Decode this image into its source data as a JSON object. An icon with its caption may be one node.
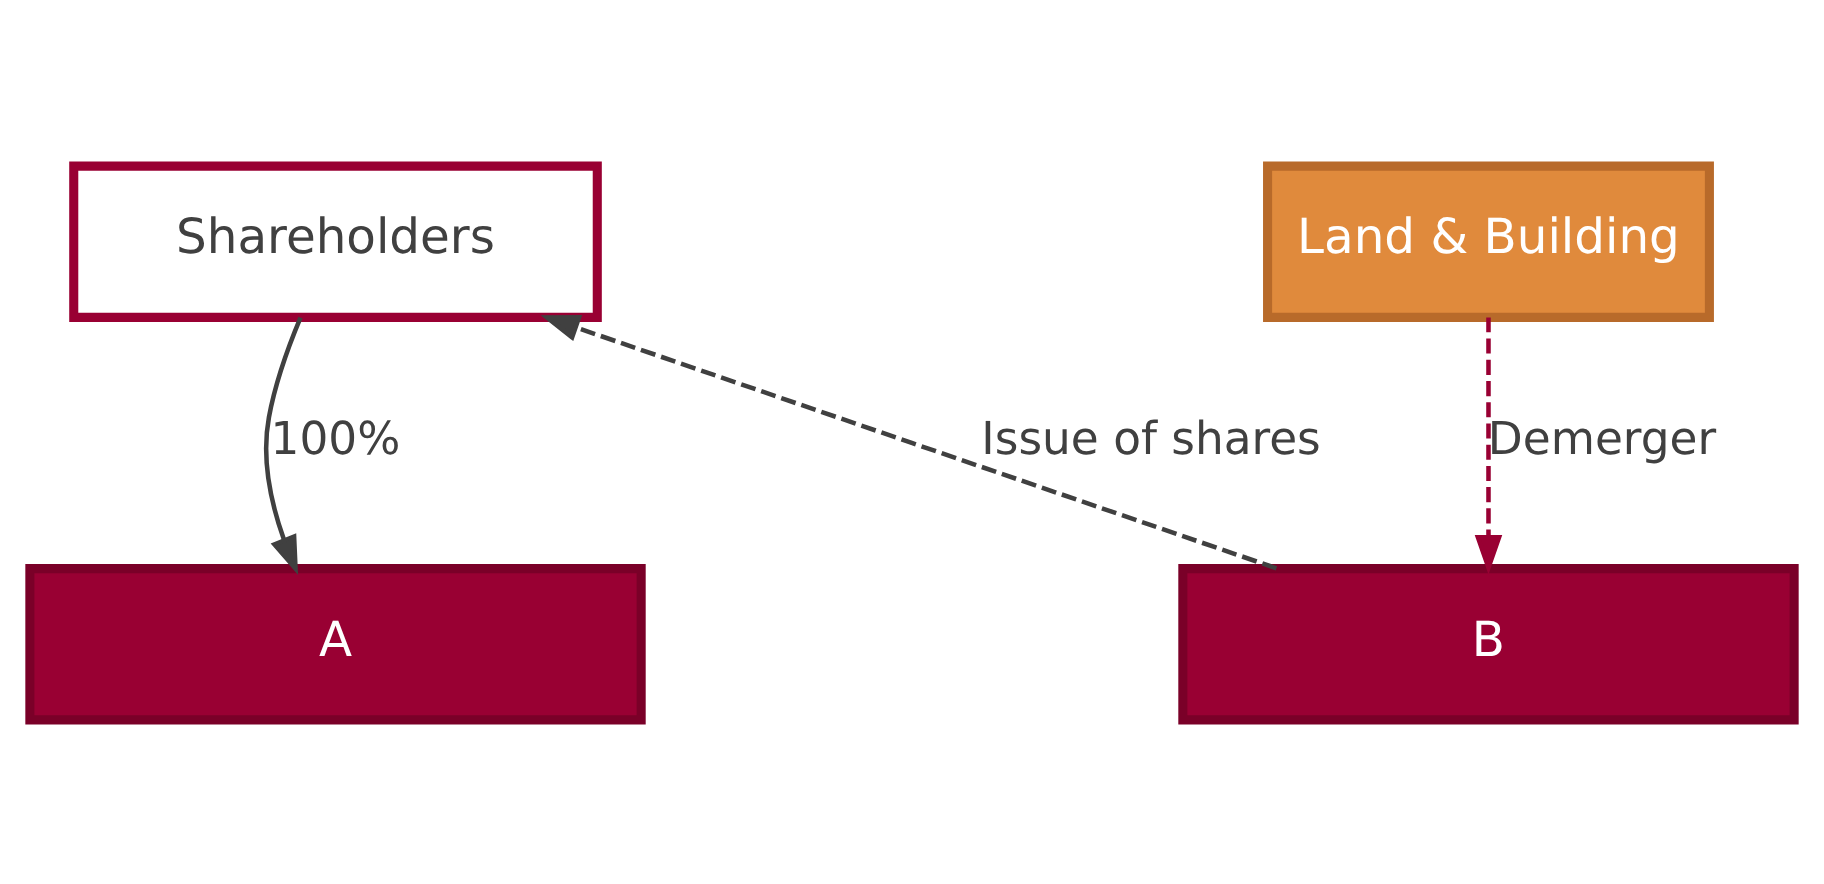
{
  "diagram": {
    "nodes": [
      {
        "text": [
          "Shareholders"
        ]
      },
      {
        "text": [
          "A"
        ]
      },
      {
        "text": [
          "Land & Building"
        ]
      },
      {
        "text": [
          "B"
        ]
      }
    ],
    "edges": [
      {
        "from": 0,
        "to": 1,
        "arrow": "to",
        "label": "100%"
      },
      {
        "from": 2,
        "to": 3,
        "arrow": "to",
        "label": "Demerger",
        "style": "dashed",
        "color": "#990033"
      },
      {
        "from": 3,
        "to": 0,
        "arrow": "to",
        "label": "Issue of shares",
        "style": "dashed"
      }
    ]
  }
}
